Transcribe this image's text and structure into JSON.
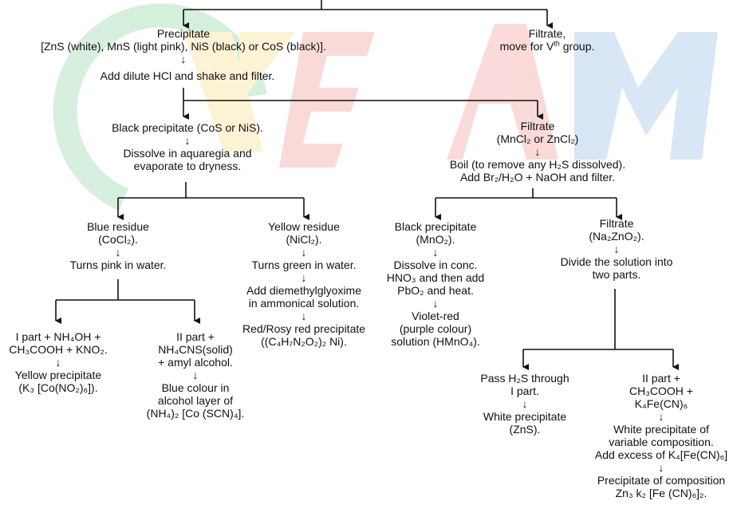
{
  "watermark": {
    "text": "KEAM",
    "colors": [
      "#1fa84a",
      "#f2c01c",
      "#e53935",
      "#2d74c9"
    ]
  },
  "nodes": {
    "ppt_main_1": "Precipitate",
    "ppt_main_2": "[ZnS (white), MnS (light pink), NiS (black) or CoS (black)].",
    "filtrate_top_1": "Filtrate,",
    "filtrate_top_2a": "move for V",
    "filtrate_top_2sup": "th",
    "filtrate_top_2b": " group.",
    "arrow": "↓",
    "add_hcl": "Add dilute HCl and shake and filter.",
    "black_ppt": "Black precipitate (CoS or NiS).",
    "dissolve_1": "Dissolve in aquaregia and",
    "dissolve_2": "evaporate to dryness.",
    "filtrate_mn_1": "Filtrate",
    "filtrate_mn_2": "(MnCl₂ or ZnCl₂)",
    "boil_1": "Boil (to remove any H₂S dissolved).",
    "boil_2": "Add Br₂/H₂O + NaOH and filter.",
    "blue_res_1": "Blue residue",
    "blue_res_2": "(CoCl₂).",
    "pink": "Turns pink in water.",
    "yellow_res_1": "Yellow residue",
    "yellow_res_2": "(NiCl₂).",
    "green": "Turns green in water.",
    "dmg_1": "Add diemethylglyoxime",
    "dmg_2": "in ammonical solution.",
    "red_1": "Red/Rosy red precipitate",
    "red_2": "((C₄H₇N₂O₂)₂ Ni).",
    "black_mno2_1": "Black precipitate",
    "black_mno2_2": "(MnO₂).",
    "conc_1": "Dissolve in conc.",
    "conc_2": "HNO₃ and then add",
    "conc_3": "PbO₂ and heat.",
    "violet_1": "Violet-red",
    "violet_2": "(purple colour)",
    "violet_3": "solution (HMnO₄).",
    "filtrate_zn_1": "Filtrate",
    "filtrate_zn_2": "(Na₂ZnO₂).",
    "divide_1": "Divide the solution into",
    "divide_2": "two parts.",
    "co_i_1": "I part + NH₄OH +",
    "co_i_2": "CH₃COOH + KNO₂.",
    "co_i_3": "Yellow precipitate",
    "co_i_4": "(K₃ [Co(NO₂)₆]).",
    "co_ii_1": "II part +",
    "co_ii_2": "NH₄CNS(solid)",
    "co_ii_3": "+ amyl alcohol.",
    "co_ii_4": "Blue colour in",
    "co_ii_5": "alcohol layer of",
    "co_ii_6": "(NH₄)₂ [Co (SCN)₄].",
    "zn_i_1": "Pass H₂S through",
    "zn_i_2": "I part.",
    "zn_i_3": "White precipitate",
    "zn_i_4": "(ZnS).",
    "zn_ii_1": "II part +",
    "zn_ii_2": "CH₃COOH +",
    "zn_ii_3": "K₄Fe(CN)₆",
    "zn_ii_4": "White precipitate of",
    "zn_ii_5": "variable composition.",
    "zn_ii_6": "Add excess of K₄[Fe(CN)₆]",
    "zn_ii_7": "Precipitate of composition",
    "zn_ii_8": "Zn₃ k₂ [Fe (CN)₆]₂."
  }
}
